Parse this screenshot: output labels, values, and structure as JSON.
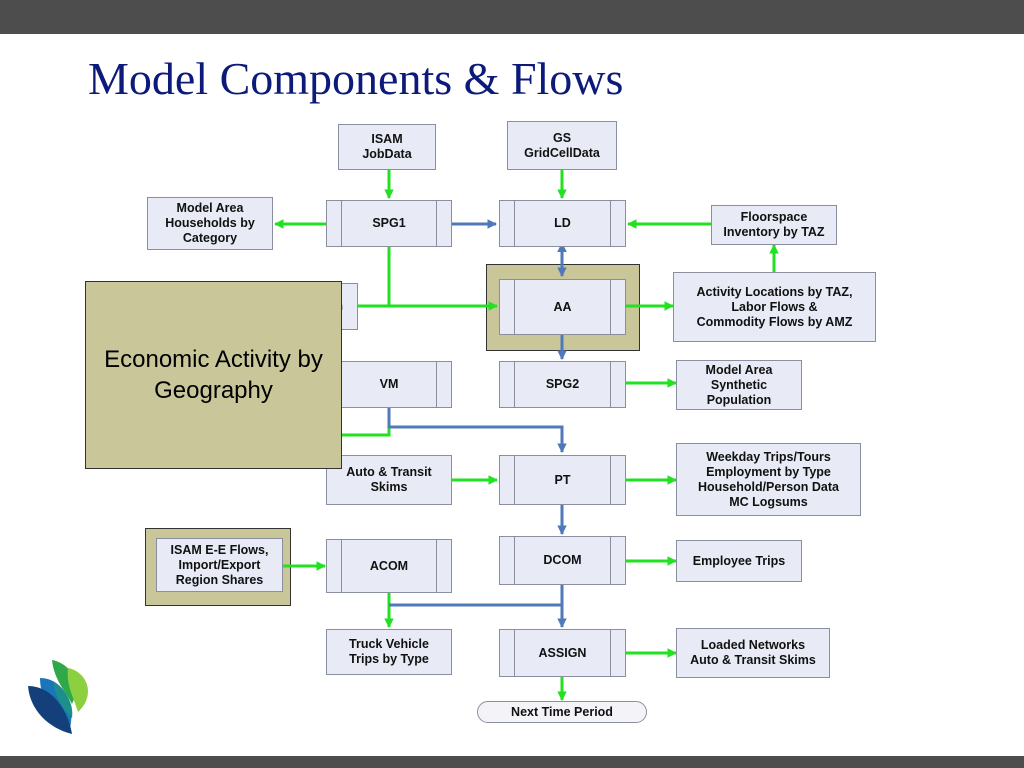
{
  "title": "Model Components & Flows",
  "nodes": {
    "isam_jobdata": "ISAM\nJobData",
    "gs_gridcelldata": "GS\nGridCellData",
    "model_area_households": "Model Area\nHouseholds by\nCategory",
    "spg1": "SPG1",
    "ld": "LD",
    "floorspace_inventory": "Floorspace\nInventory by TAZ",
    "aa": "AA",
    "activity_locations": "Activity Locations by TAZ,\nLabor Flows &\nCommodity Flows by AMZ",
    "hidden_partial": "n",
    "vm": "VM",
    "spg2": "SPG2",
    "model_area_synthetic_population": "Model Area\nSynthetic\nPopulation",
    "auto_transit_skims": "Auto & Transit\nSkims",
    "pt": "PT",
    "weekday_trips": "Weekday Trips/Tours\nEmployment by Type\nHousehold/Person  Data\nMC Logsums",
    "isam_ee_flows": "ISAM E-E Flows,\nImport/Export\nRegion Shares",
    "acom": "ACOM",
    "dcom": "DCOM",
    "employee_trips": "Employee Trips",
    "truck_vehicle_trips": "Truck Vehicle\nTrips by Type",
    "assign": "ASSIGN",
    "loaded_networks": "Loaded Networks\nAuto & Transit Skims",
    "next_time_period": "Next Time Period"
  },
  "overlay": {
    "label": "Economic Activity by\nGeography"
  },
  "colors": {
    "title": "#0c1a7a",
    "box_fill": "#e8ebf5",
    "olive_fill": "#c9c79a",
    "green_arrow": "#22e022",
    "blue_arrow": "#4f79b8",
    "bars": "#4d4d4d"
  },
  "logo": {
    "icon": "leaf-logo-icon"
  }
}
